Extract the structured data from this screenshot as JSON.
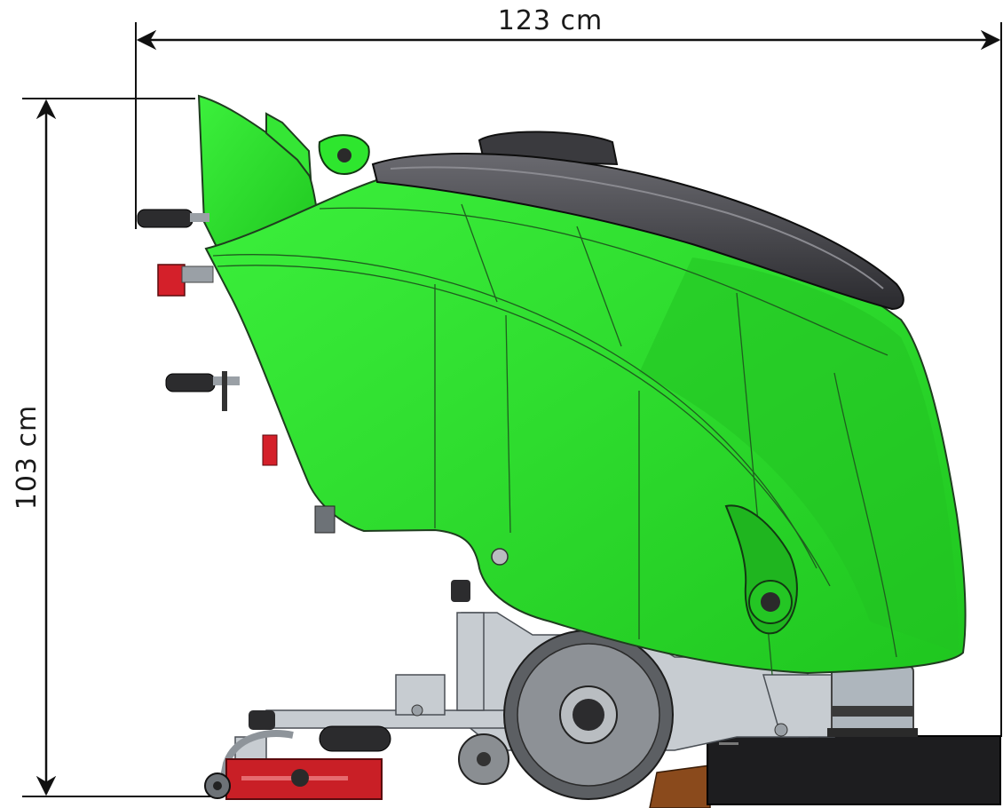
{
  "dimensions": {
    "width_label": "123 cm",
    "height_label": "103 cm"
  },
  "colors": {
    "body": "#2ee62e",
    "body_shade": "#22c322",
    "lid": "#3a3a3e",
    "metal": "#c7ccd1",
    "red_parts": "#d4202a",
    "squeegee_red": "#c91f26",
    "dark_base": "#1d1d1f",
    "wood": "#8a4a1c",
    "dimension_line": "#111111"
  },
  "icons": {
    "arrow": "arrowhead",
    "handle": "grip-handle-icon",
    "wheel": "wheel-icon"
  }
}
